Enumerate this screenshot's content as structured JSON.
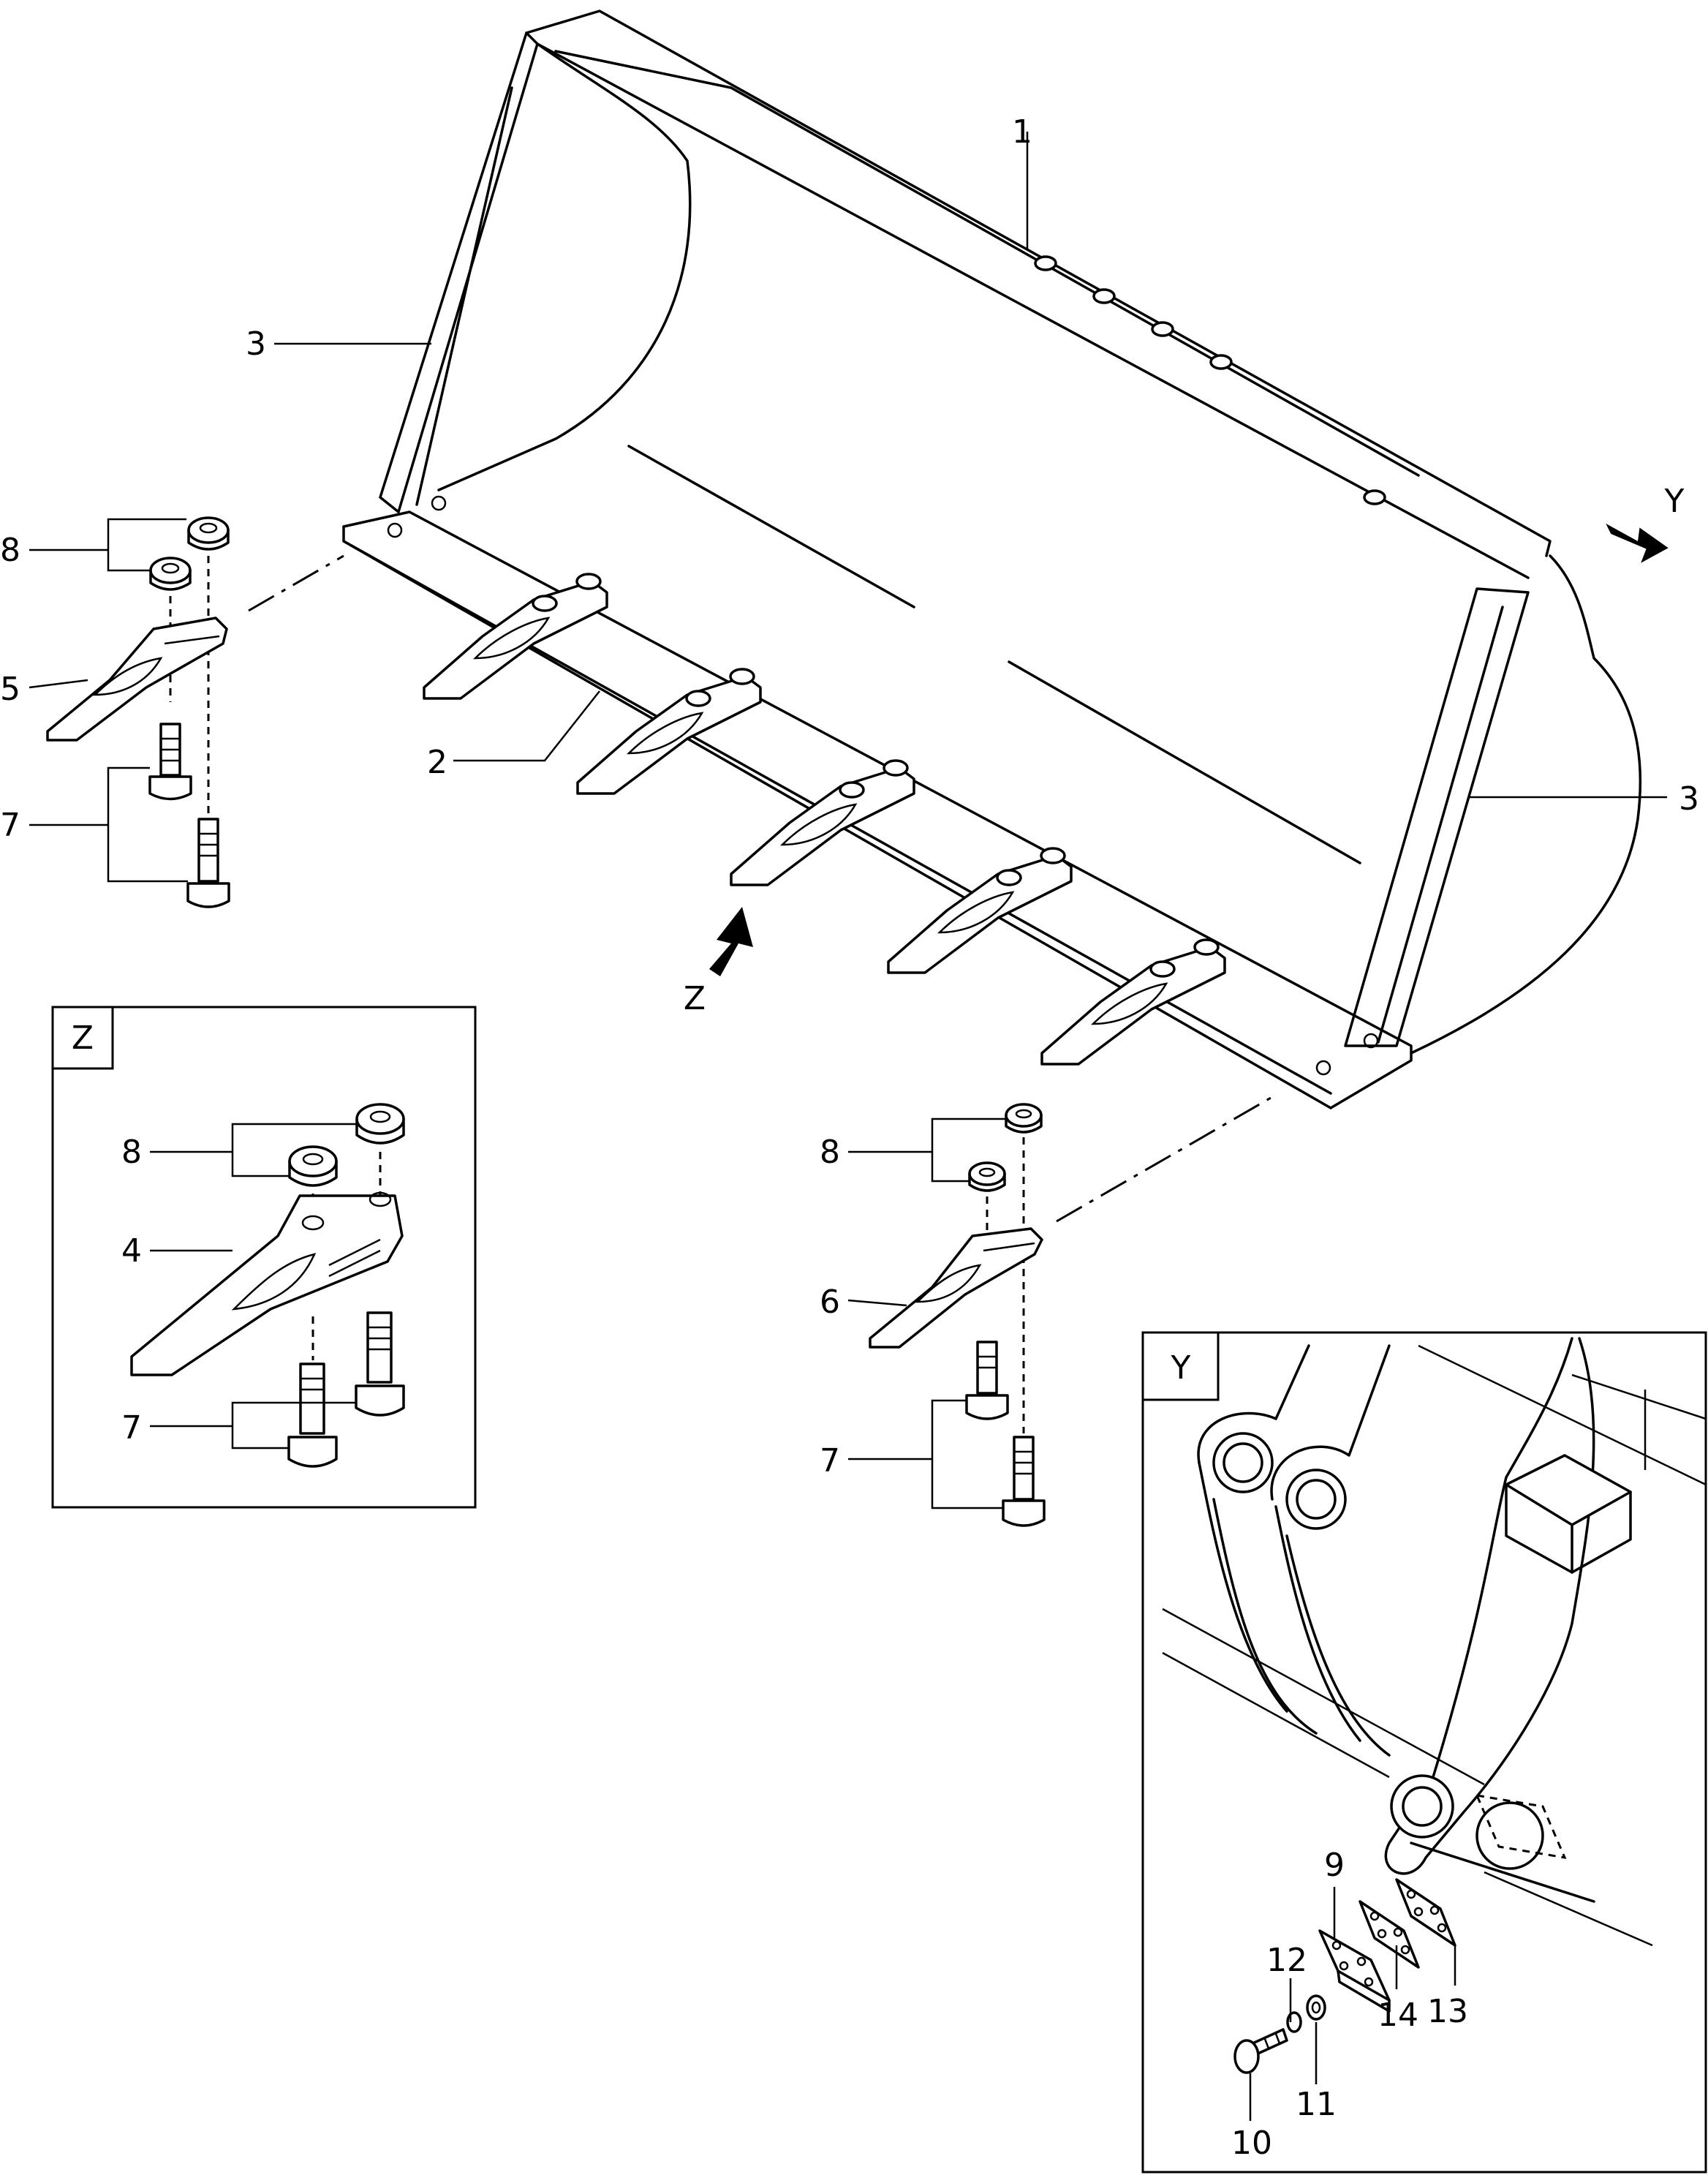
{
  "callouts": {
    "c1": "1",
    "c2": "2",
    "c3_left": "3",
    "c3_right": "3",
    "c5": "5",
    "c7_left": "7",
    "c8_left": "8",
    "c4": "4",
    "c7_z": "7",
    "c8_z": "8",
    "c6": "6",
    "c7_mid": "7",
    "c8_mid": "8",
    "c9": "9",
    "c10": "10",
    "c11": "11",
    "c12": "12",
    "c13": "13",
    "c14": "14"
  },
  "views": {
    "z_arrow": "Z",
    "y_arrow": "Y",
    "z_box_label": "Z",
    "y_box_label": "Y"
  }
}
